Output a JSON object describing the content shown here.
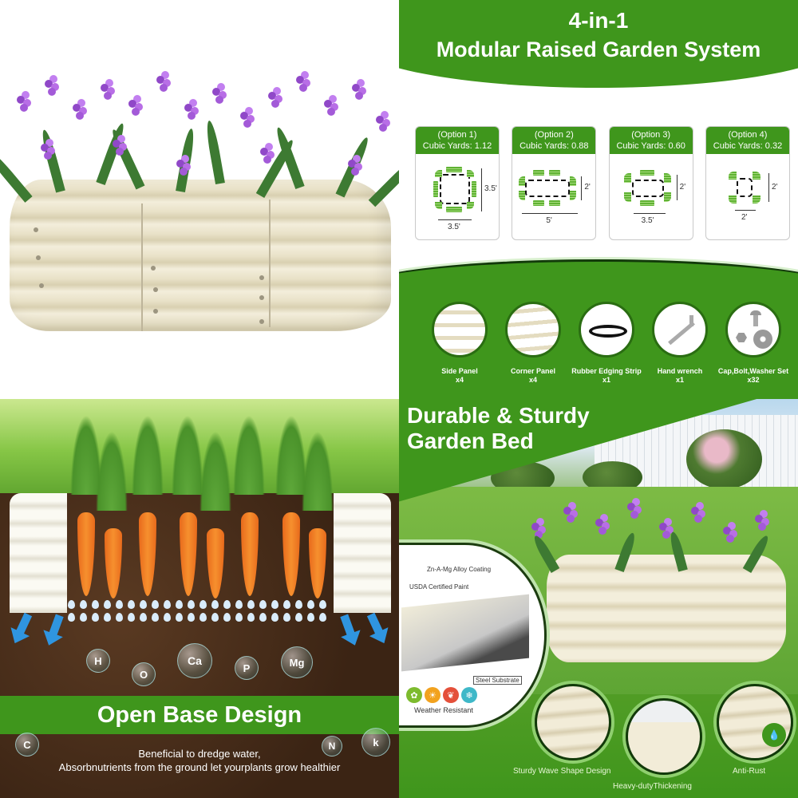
{
  "q1": {
    "alt": "Cream corrugated metal raised garden bed planted with purple flowers"
  },
  "q2": {
    "title_line1": "4-in-1",
    "title_line2": "Modular Raised Garden System",
    "options": [
      {
        "label": "(Option 1)",
        "cubic": "Cubic Yards: 1.12",
        "width": "3.5'",
        "height": "3.5'"
      },
      {
        "label": "(Option 2)",
        "cubic": "Cubic Yards: 0.88",
        "width": "5'",
        "height": "2'"
      },
      {
        "label": "(Option 3)",
        "cubic": "Cubic Yards: 0.60",
        "width": "3.5'",
        "height": "2'"
      },
      {
        "label": "(Option 4)",
        "cubic": "Cubic Yards: 0.32",
        "width": "2'",
        "height": "2'"
      }
    ],
    "parts": [
      {
        "name": "Side Panel",
        "qty": "x4",
        "icon": "side-panel-icon"
      },
      {
        "name": "Corner Panel",
        "qty": "x4",
        "icon": "corner-panel-icon"
      },
      {
        "name": "Rubber Edging Strip",
        "qty": "x1",
        "icon": "rubber-strip-icon"
      },
      {
        "name": "Hand wrench",
        "qty": "x1",
        "icon": "wrench-icon"
      },
      {
        "name": "Cap,Bolt,Washer Set",
        "qty": "x32",
        "icon": "bolt-washer-icon"
      }
    ],
    "accent": "#3f961c"
  },
  "q3": {
    "title": "Open Base Design",
    "desc_line1": "Beneficial to dredge water,",
    "desc_line2": "Absorbnutrients from the ground let yourplants grow healthier",
    "nutrients": [
      "H",
      "O",
      "Ca",
      "P",
      "Mg",
      "C",
      "N",
      "k"
    ]
  },
  "q4": {
    "title_line1": "Durable & Sturdy",
    "title_line2": "Garden Bed",
    "layers": [
      "Zn-A-Mg Alloy Coating",
      "USDA Certified Paint",
      "Steel Substrate"
    ],
    "weather_label": "Weather Resistant",
    "weather_colors": [
      "#7dbb2e",
      "#f2a21e",
      "#e4503a",
      "#3fb8c8"
    ],
    "features": [
      "Sturdy Wave Shape Design",
      "Heavy-dutyThickening",
      "Anti-Rust"
    ]
  }
}
